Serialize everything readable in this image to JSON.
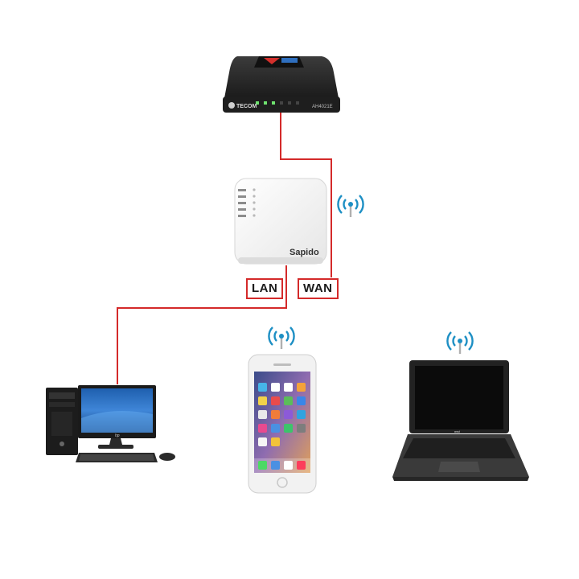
{
  "modem": {
    "brand": "TECOM",
    "model": "AH4021E"
  },
  "router": {
    "brand": "Sapido",
    "ports": {
      "lan": "LAN",
      "wan": "WAN"
    }
  },
  "desktop": {
    "monitor_brand": "hp"
  },
  "laptop": {
    "brand": "msi"
  },
  "colors": {
    "cable": "#d42a2a",
    "wifi": "#1d8fc4",
    "router_body": "#f4f4f4",
    "modem_body": "#2b2b2b"
  },
  "icons": [
    "wifi-icon",
    "wifi-icon",
    "wifi-icon"
  ]
}
